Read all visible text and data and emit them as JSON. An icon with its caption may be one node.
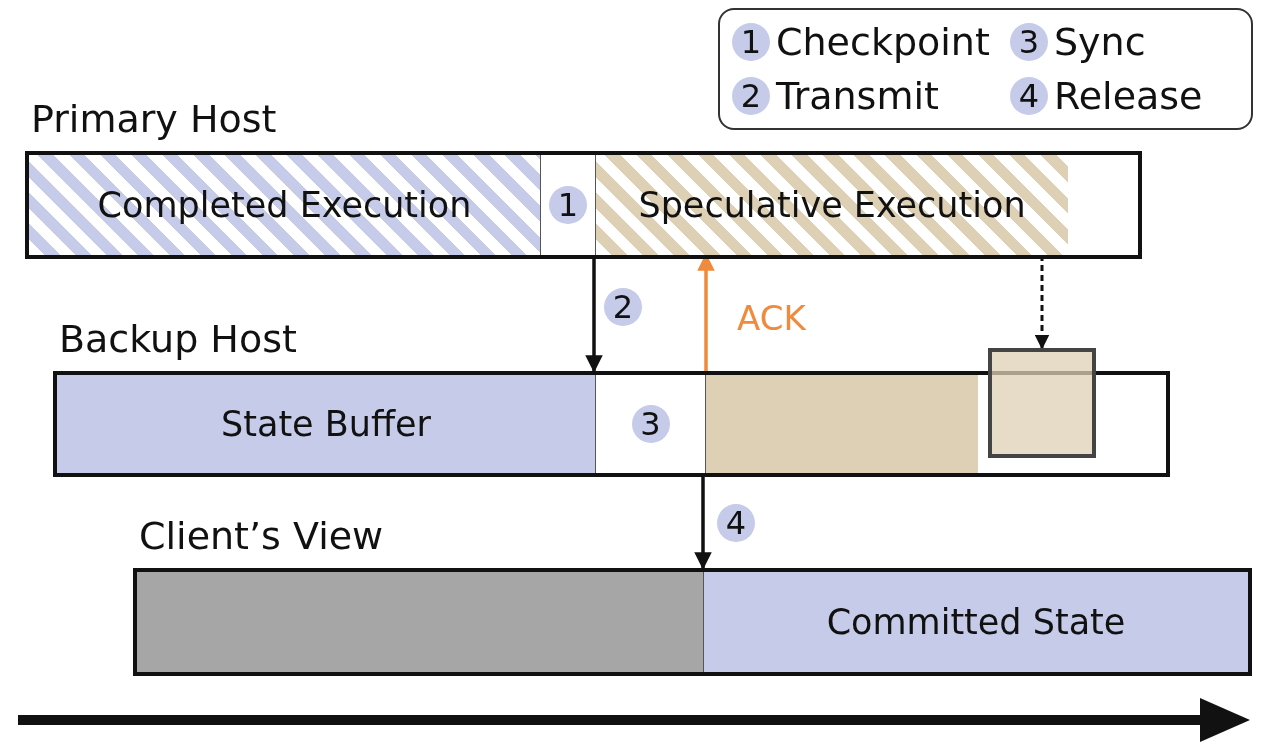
{
  "diagram": {
    "nodes": [
      {
        "text": [
          "Primary Host"
        ]
      },
      {
        "text": [
          "Completed Execution"
        ],
        "in": 0
      },
      {
        "text": [
          "1"
        ],
        "in": 0
      },
      {
        "text": [
          "Speculative Execution"
        ],
        "in": 0
      },
      {
        "text": [
          "Backup Host"
        ]
      },
      {
        "text": [
          "State Buffer"
        ],
        "in": 4
      },
      {
        "text": [
          "3"
        ],
        "in": 4
      },
      {
        "text": [],
        "shape": "box",
        "in": 4
      },
      {
        "text": [],
        "shape": "box"
      },
      {
        "text": [
          "Client’s View"
        ]
      },
      {
        "text": [],
        "shape": "box",
        "in": 9
      },
      {
        "text": [
          "Committed State"
        ],
        "in": 9
      }
    ],
    "edges": [
      {
        "from": 0,
        "to": 4,
        "arrow": "to",
        "label": "2"
      },
      {
        "from": 7,
        "to": 3,
        "arrow": "to",
        "label": "ACK",
        "color": "#f08a3c"
      },
      {
        "from": 3,
        "to": 8,
        "arrow": "to",
        "style": "dashed"
      },
      {
        "from": 4,
        "to": 9,
        "arrow": "to",
        "label": "4"
      }
    ],
    "labels": [
      "1",
      "Checkpoint",
      "3",
      "Sync",
      "2",
      "Transmit",
      "4",
      "Release"
    ]
  }
}
